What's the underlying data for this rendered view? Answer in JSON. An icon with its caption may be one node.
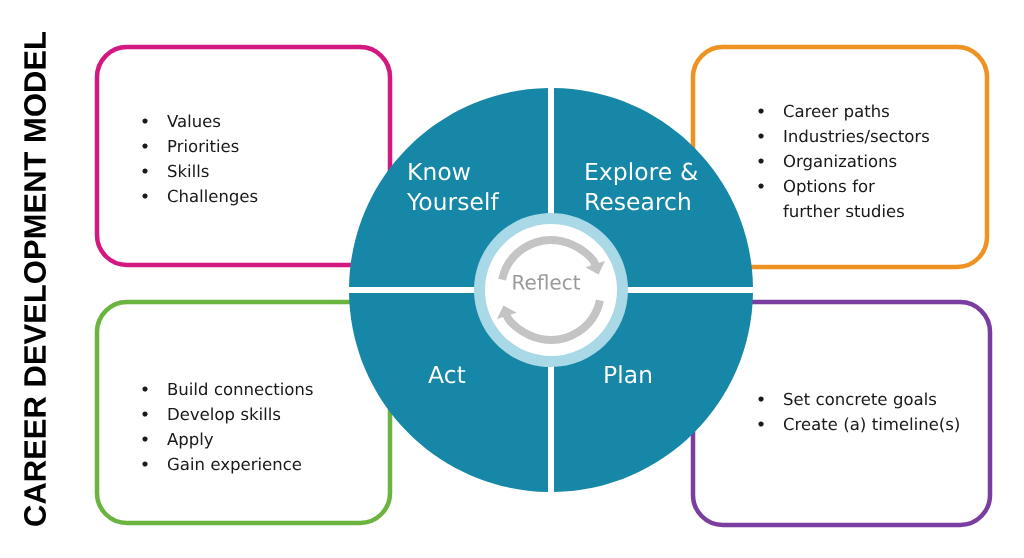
{
  "diagram": {
    "title": "CAREER DEVELOPMENT MODEL",
    "nodes": [
      {
        "text": [
          "Values",
          "Priorities",
          "Skills",
          "Challenges"
        ]
      },
      {
        "text": [
          "Know Yourself"
        ]
      },
      {
        "text": [
          "Explore & Research"
        ]
      },
      {
        "text": [
          "Career paths",
          "Industries/sectors",
          "Organizations",
          "Options for further studies"
        ]
      },
      {
        "text": [
          "Reflect"
        ]
      },
      {
        "text": [
          "Build connections",
          "Develop skills",
          "Apply",
          "Gain experience"
        ]
      },
      {
        "text": [
          "Act"
        ]
      },
      {
        "text": [
          "Plan"
        ]
      },
      {
        "text": [
          "Set concrete goals",
          "Create (a) timeline(s)"
        ]
      }
    ]
  }
}
